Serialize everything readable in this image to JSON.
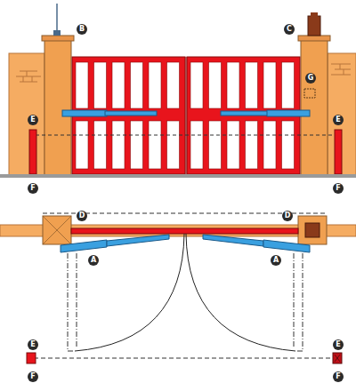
{
  "diagram": {
    "labels": [
      "B",
      "C",
      "G",
      "E",
      "E",
      "F",
      "F",
      "D",
      "D",
      "A",
      "A",
      "E",
      "E",
      "F",
      "F"
    ]
  }
}
